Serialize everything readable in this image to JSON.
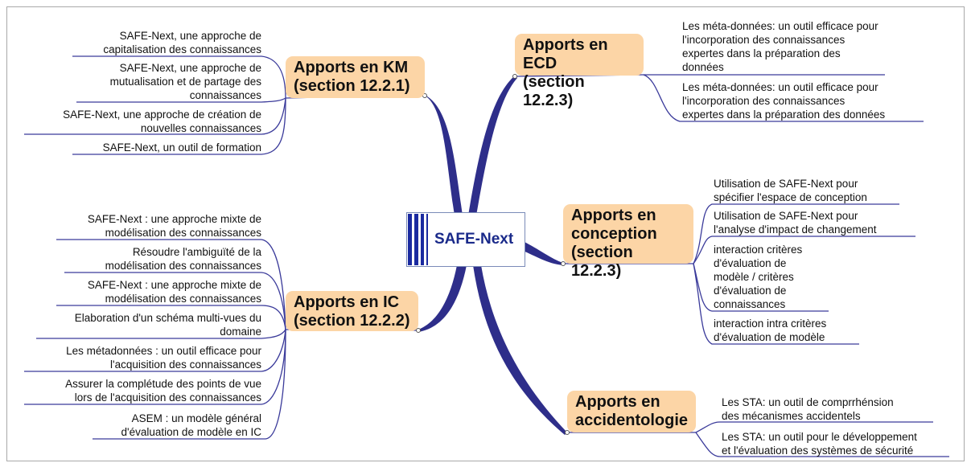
{
  "center": {
    "label": "SAFE-Next"
  },
  "branches": {
    "km": {
      "label": "Apports en KM\n(section 12.2.1)",
      "leaves": [
        "SAFE-Next, une approche de\ncapitalisation des connaissances",
        "SAFE-Next, une approche de\nmutualisation et de partage des\nconnaissances",
        "SAFE-Next, une approche de création de\nnouvelles connaissances",
        "SAFE-Next, un outil de formation"
      ]
    },
    "ic": {
      "label": "Apports en IC\n(section 12.2.2)",
      "leaves": [
        "SAFE-Next : une approche mixte de\nmodélisation des connaissances",
        "Résoudre l'ambiguïté de la\nmodélisation des connaissances",
        "SAFE-Next : une approche mixte de\nmodélisation des connaissances",
        "Elaboration d'un schéma multi-vues du\ndomaine",
        "Les métadonnées : un outil efficace pour\nl'acquisition des connaissances",
        "Assurer la complétude des points de vue\nlors de l'acquisition des connaissances",
        "ASEM : un modèle général\nd'évaluation de modèle en IC"
      ]
    },
    "ecd": {
      "label": "Apports en ECD\n(section 12.2.3)",
      "leaves": [
        "Les méta-données: un outil efficace pour\nl'incorporation des connaissances\nexpertes dans la préparation des\ndonnées",
        "Les méta-données: un outil efficace pour\nl'incorporation des connaissances\nexpertes dans la préparation des données"
      ]
    },
    "conception": {
      "label": "Apports en\nconception\n(section 12.2.3)",
      "leaves": [
        "Utilisation de SAFE-Next pour\nspécifier l'espace de conception",
        "Utilisation de SAFE-Next pour\nl'analyse d'impact de changement",
        "interaction critères\nd'évaluation de\nmodèle / critères\nd'évaluation de\nconnaissances",
        "interaction intra critères\nd'évaluation de modèle"
      ]
    },
    "accidentologie": {
      "label": "Apports en\naccidentologie",
      "leaves": [
        "Les STA: un outil de comprrhénsion\ndes mécanismes accidentels",
        "Les STA: un outil pour le développement\net l'évaluation des systèmes de sécurité"
      ]
    }
  },
  "colors": {
    "branch_fill": "#fcd5a6",
    "line": "#2e2e8a",
    "center_text": "#1a2a8a"
  }
}
